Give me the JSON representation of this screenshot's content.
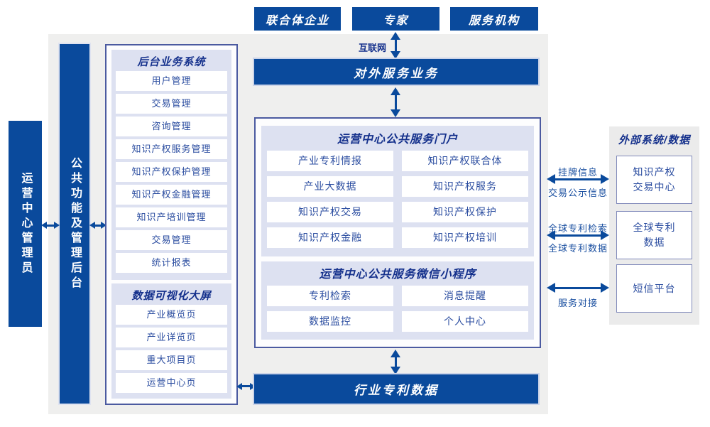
{
  "colors": {
    "primary_blue": "#0a4a9c",
    "panel_lavender": "#dde1f1",
    "content_gray": "#efefee",
    "right_panel_gray": "#ebebeb",
    "frame_border": "#4b5aa0",
    "item_text": "#2b4da0",
    "header_text": "#14308c",
    "link_label_text": "#1a4fa0"
  },
  "actors": {
    "items": [
      "联合体企业",
      "专家",
      "服务机构"
    ]
  },
  "internet": {
    "label": "互联网"
  },
  "bars": {
    "external_service": "对外服务业务",
    "industry_data": "行业专利数据",
    "ops_admin": "运营中心管理员",
    "public_functions": "公共功能及管理后台"
  },
  "backend_system": {
    "title": "后台业务系统",
    "items": [
      "用户管理",
      "交易管理",
      "咨询管理",
      "知识产权服务管理",
      "知识产权保护管理",
      "知识产权金融管理",
      "知识产培训管理",
      "交易管理",
      "统计报表"
    ]
  },
  "dashboard": {
    "title": "数据可视化大屏",
    "items": [
      "产业概览页",
      "产业详览页",
      "重大项目页",
      "运营中心页"
    ]
  },
  "portal": {
    "title": "运营中心公共服务门户",
    "items": [
      "产业专利情报",
      "知识产权联合体",
      "产业大数据",
      "知识产权服务",
      "知识产权交易",
      "知识产权保护",
      "知识产权金融",
      "知识产权培训"
    ]
  },
  "miniprogram": {
    "title": "运营中心公共服务微信小程序",
    "items": [
      "专利检索",
      "消息提醒",
      "数据监控",
      "个人中心"
    ]
  },
  "external_systems": {
    "title": "外部系统/数据",
    "boxes": [
      "知识产权\n交易中心",
      "全球专利\n数据",
      "短信平台"
    ]
  },
  "links": {
    "listing_info": "挂牌信息",
    "trade_publicity": "交易公示信息",
    "global_patent_search": "全球专利检索",
    "global_patent_data": "全球专利数据",
    "service_connect": "服务对接"
  }
}
